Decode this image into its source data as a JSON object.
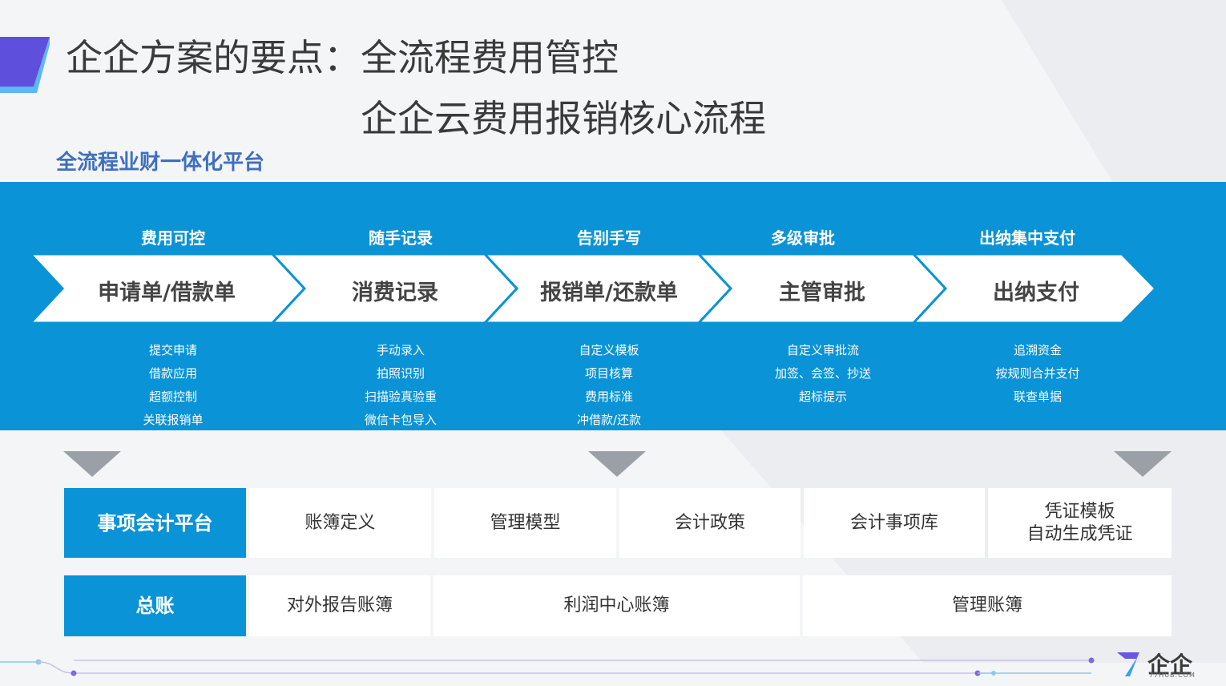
{
  "slide": {
    "title": "企企方案的要点：全流程费用管控",
    "subtitle": "企企云费用报销核心流程",
    "section_label": "全流程业财一体化平台"
  },
  "flow": [
    {
      "top_label": "费用可控",
      "label": "申请单/借款单",
      "subs": [
        "提交申请",
        "借款应用",
        "超额控制",
        "关联报销单"
      ]
    },
    {
      "top_label": "随手记录",
      "label": "消费记录",
      "subs": [
        "手动录入",
        "拍照识别",
        "扫描验真验重",
        "微信卡包导入"
      ]
    },
    {
      "top_label": "告别手写",
      "label": "报销单/还款单",
      "subs": [
        "自定义模板",
        "项目核算",
        "费用标准",
        "冲借款/还款"
      ]
    },
    {
      "top_label": "多级审批",
      "label": "主管审批",
      "subs": [
        "自定义审批流",
        "加签、会签、抄送",
        "超标提示"
      ]
    },
    {
      "top_label": "出纳集中支付",
      "label": "出纳支付",
      "subs": [
        "追溯资金",
        "按规则合并支付",
        "联查单据"
      ]
    }
  ],
  "matter_platform": {
    "header": "事项会计平台",
    "cells": [
      "账簿定义",
      "管理模型",
      "会计政策",
      "会计事项库",
      "凭证模板\n自动生成凭证"
    ]
  },
  "general_ledger": {
    "header": "总账",
    "cells": [
      "对外报告账簿",
      "利润中心账簿",
      "管理账簿"
    ]
  },
  "brand": {
    "logo_text": "企企",
    "logo_sub": "77HUB.COM",
    "accent": "#0a93d6",
    "heading_blue": "#3f6fbf"
  }
}
